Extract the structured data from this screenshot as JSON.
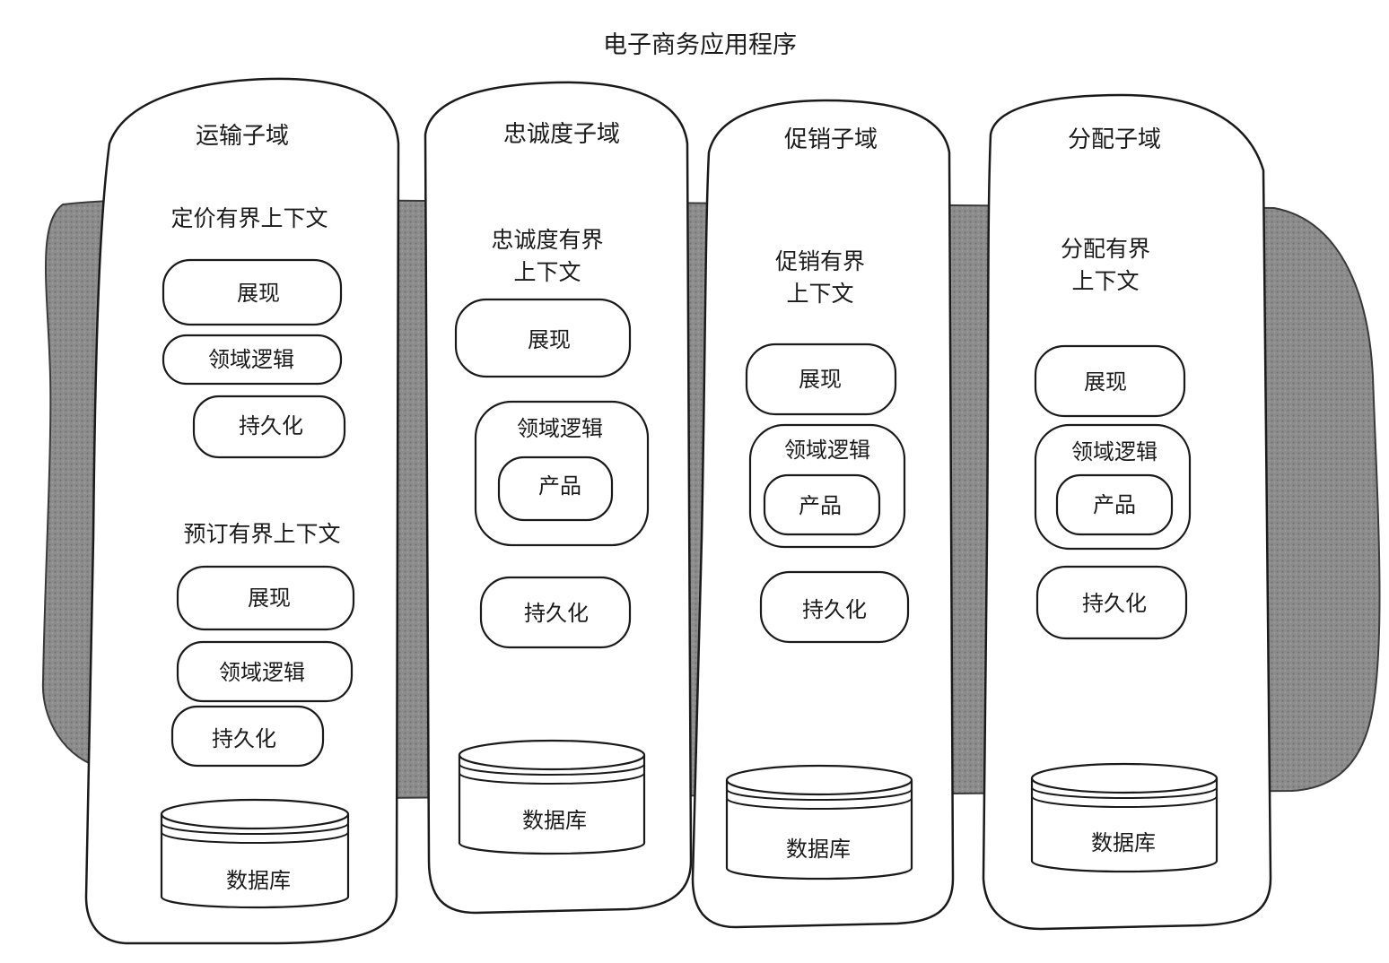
{
  "title": "电子商务应用程序",
  "subdomains": [
    {
      "name": "运输子域",
      "contexts": [
        {
          "title": "定价有界上下文",
          "layers": [
            "展现",
            "领域逻辑",
            "持久化"
          ]
        },
        {
          "title": "预订有界上下文",
          "layers": [
            "展现",
            "领域逻辑",
            "持久化"
          ]
        }
      ],
      "database": "数据库"
    },
    {
      "name": "忠诚度子域",
      "contexts": [
        {
          "title_lines": [
            "忠诚度有界",
            "上下文"
          ],
          "presentation": "展现",
          "domain_logic": "领域逻辑",
          "product": "产品",
          "persistence": "持久化"
        }
      ],
      "database": "数据库"
    },
    {
      "name": "促销子域",
      "contexts": [
        {
          "title_lines": [
            "促销有界",
            "上下文"
          ],
          "presentation": "展现",
          "domain_logic": "领域逻辑",
          "product": "产品",
          "persistence": "持久化"
        }
      ],
      "database": "数据库"
    },
    {
      "name": "分配子域",
      "contexts": [
        {
          "title_lines": [
            "分配有界",
            "上下文"
          ],
          "presentation": "展现",
          "domain_logic": "领域逻辑",
          "product": "产品",
          "persistence": "持久化"
        }
      ],
      "database": "数据库"
    }
  ],
  "colors": {
    "background_blob": "#8c8c8c",
    "blob_texture": "#6e6e6e",
    "line": "#1a1a1a",
    "fill": "#ffffff"
  }
}
